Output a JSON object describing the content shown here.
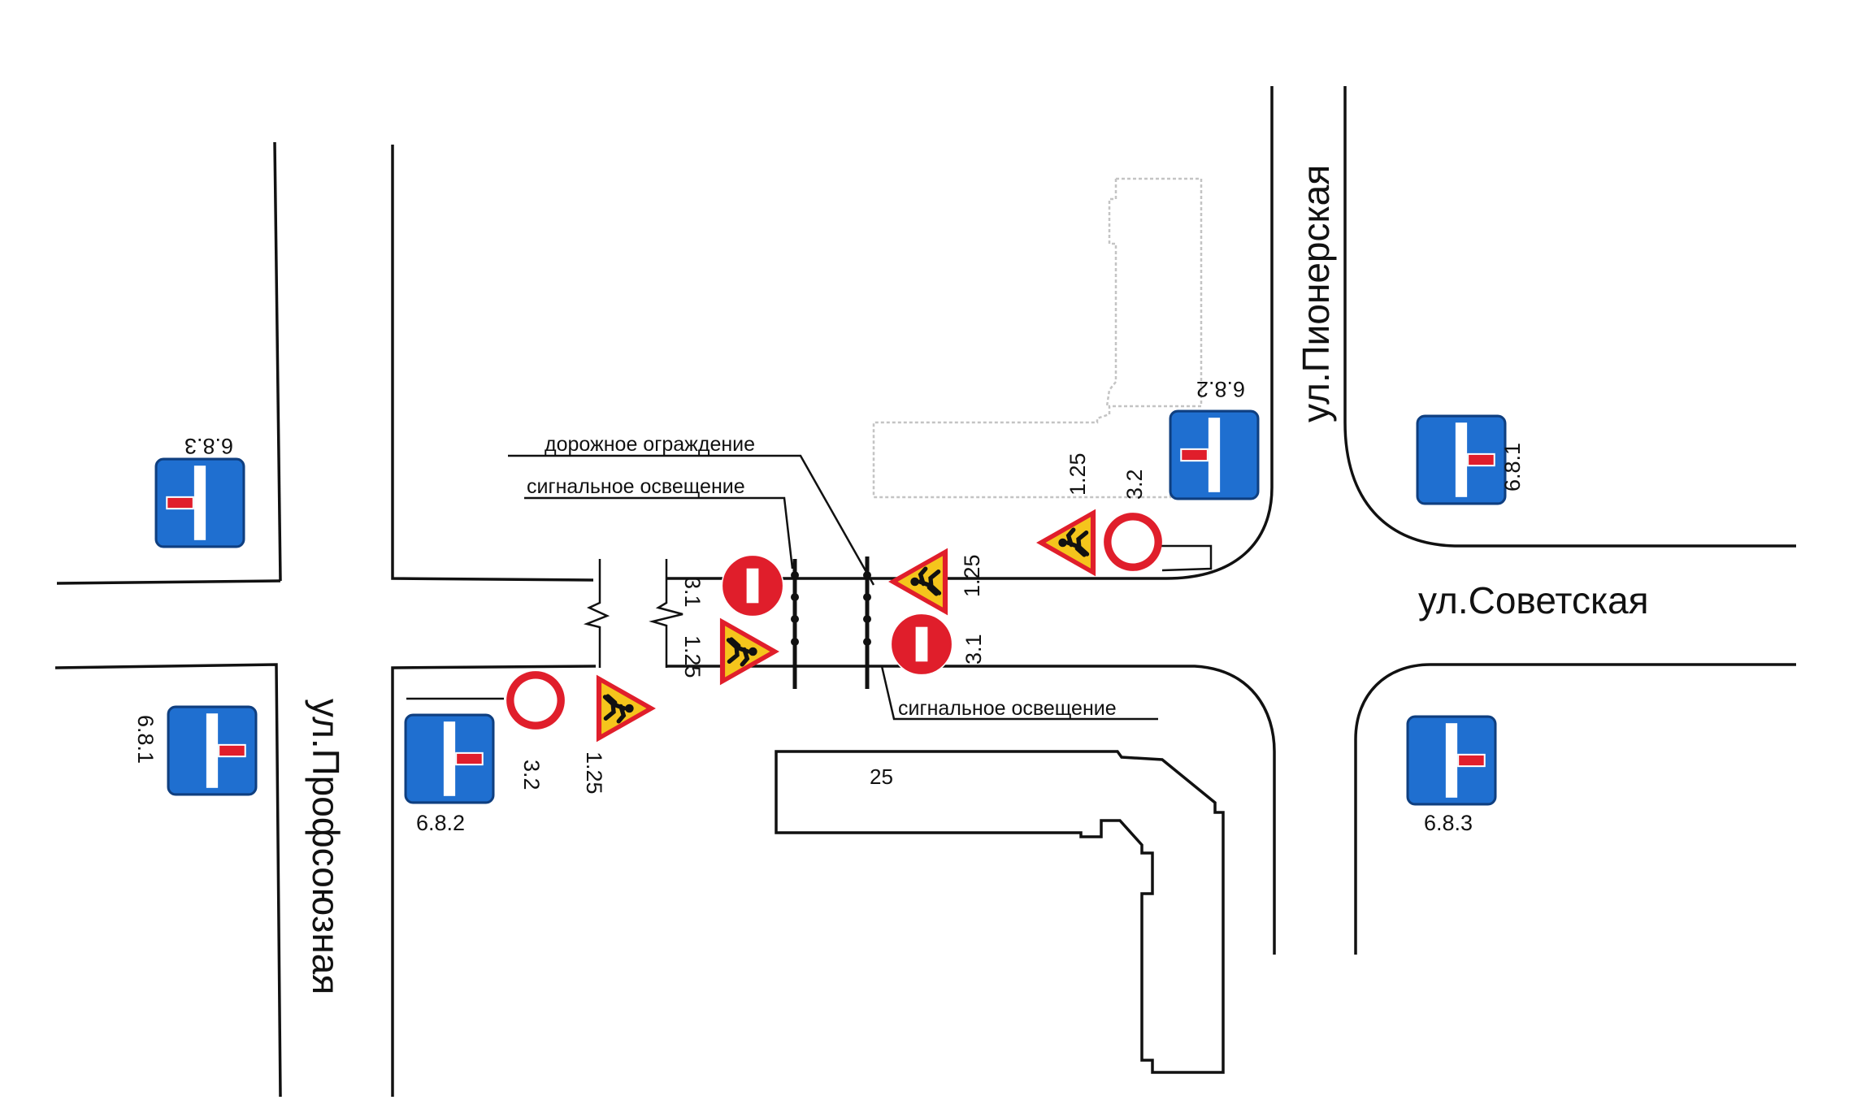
{
  "streets": {
    "profsoyuznaya": "ул.Профсоюзная",
    "pionerskaya": "ул.Пионерская",
    "sovetskaya": "ул.Советская"
  },
  "annotations": {
    "fence": "дорожное ограждение",
    "lighting_top": "сигнальное освещение",
    "lighting_bottom": "сигнальное освещение"
  },
  "building_number": "25",
  "sign_codes": {
    "dead_end_left": "6.8.3",
    "dead_end_right": "6.8.1",
    "dead_end_straight": "6.8.2",
    "no_entry": "3.1",
    "no_traffic": "3.2",
    "road_works": "1.25"
  },
  "colors": {
    "sign_blue": "#1f6fd0",
    "sign_red": "#e01e2b",
    "warning_yellow": "#f5c51c",
    "road_line": "#111111"
  },
  "icons": {
    "dead_end": "dead-end-sign-icon",
    "no_entry": "no-entry-sign-icon",
    "no_traffic": "no-traffic-sign-icon",
    "road_works": "road-works-sign-icon"
  }
}
